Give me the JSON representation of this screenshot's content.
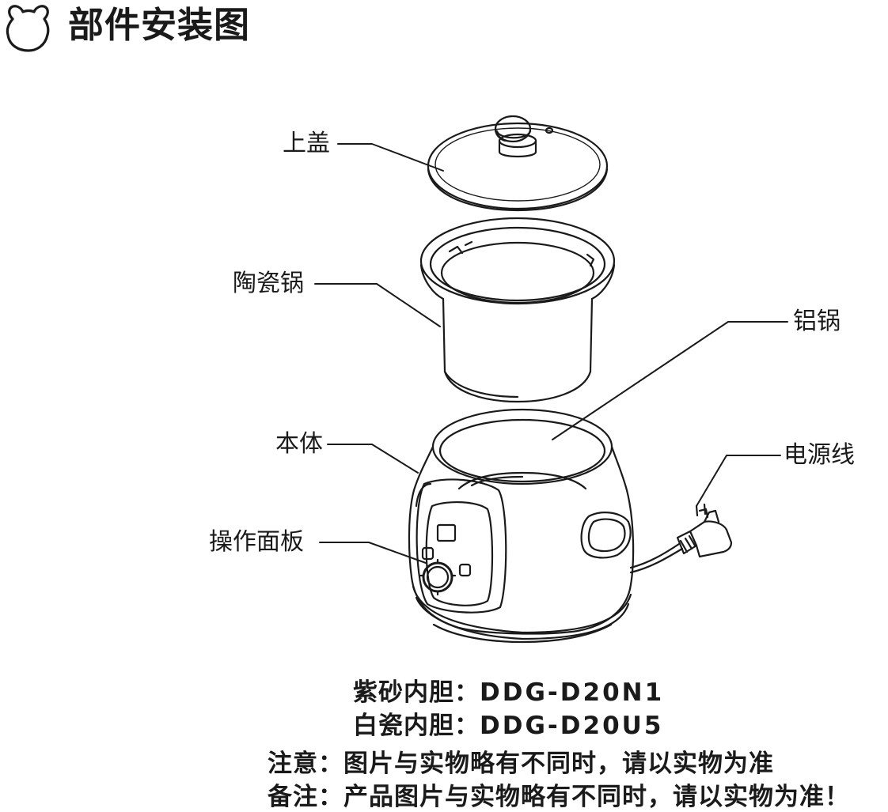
{
  "header": {
    "title": "部件安装图",
    "icon": "bear-head-icon"
  },
  "parts": {
    "lid": "上盖",
    "ceramic_pot": "陶瓷锅",
    "aluminum_pot": "铝锅",
    "body": "本体",
    "power_cord": "电源线",
    "control_panel": "操作面板"
  },
  "models": [
    {
      "label": "紫砂内胆：",
      "code": "DDG-D20N1"
    },
    {
      "label": "白瓷内胆：",
      "code": "DDG-D20U5"
    }
  ],
  "notes": [
    {
      "label": "注意：",
      "text": "图片与实物略有不同时，请以实物为准"
    },
    {
      "label": "备注：",
      "text": "产品图片与实物略有不同时，请以实物为准！"
    }
  ]
}
